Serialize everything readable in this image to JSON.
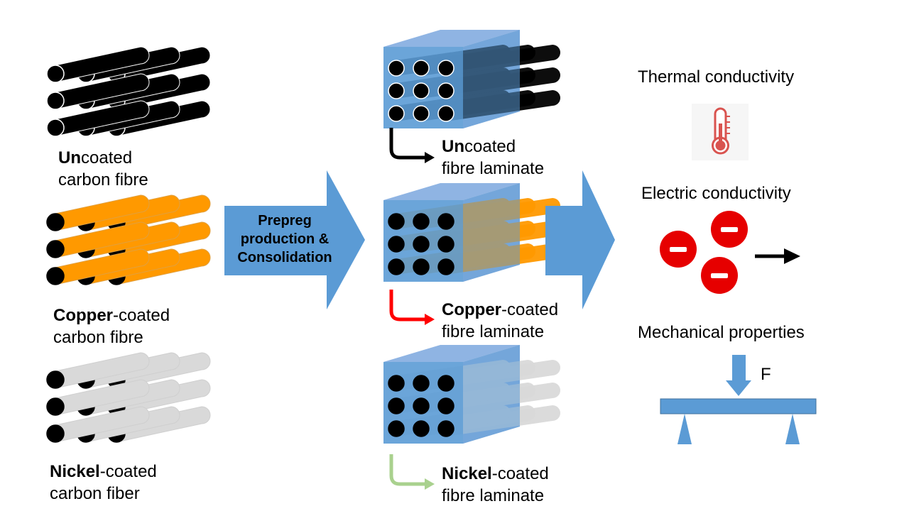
{
  "fibres": [
    {
      "bold": "Un",
      "rest": "coated",
      "line2": "carbon fibre"
    },
    {
      "bold": "Copper",
      "rest": "-coated",
      "line2": "carbon fibre"
    },
    {
      "bold": "Nickel",
      "rest": "-coated",
      "line2": "carbon fiber"
    }
  ],
  "process_arrow": {
    "line1": "Prepreg",
    "line2": "production &",
    "line3": "Consolidation"
  },
  "laminates": [
    {
      "bold": "Un",
      "rest": "coated",
      "line2": "fibre laminate"
    },
    {
      "bold": "Copper",
      "rest": "-coated",
      "line2": "fibre laminate"
    },
    {
      "bold": "Nickel",
      "rest": "-coated",
      "line2": "fibre laminate"
    }
  ],
  "properties": {
    "thermal": "Thermal conductivity",
    "electric": "Electric conductivity",
    "mechanical": "Mechanical properties",
    "force_label": "F"
  },
  "colors": {
    "arrow_blue": "#5b9bd5",
    "beam_blue": "#5b9bd5",
    "uncoated": "#000000",
    "copper": "#ff9900",
    "nickel": "#d9d9d9",
    "electron_red": "#e60000",
    "copper_arrow": "#ff0000",
    "nickel_arrow": "#a9d18e"
  },
  "icons": [
    "thermometer-icon",
    "electron-icon",
    "force-arrow-icon"
  ]
}
